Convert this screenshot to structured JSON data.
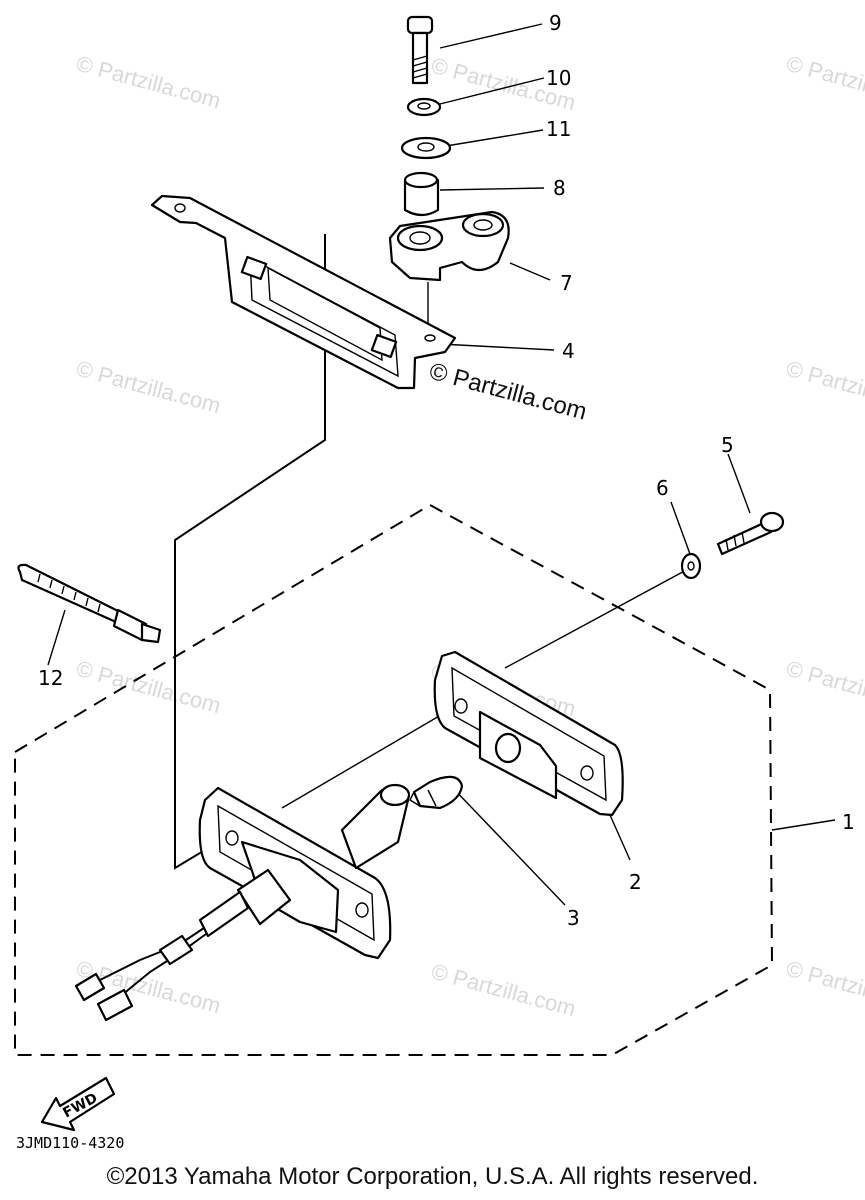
{
  "callouts": {
    "c1": "1",
    "c2": "2",
    "c3": "3",
    "c4": "4",
    "c5": "5",
    "c6": "6",
    "c7": "7",
    "c8": "8",
    "c9": "9",
    "c10": "10",
    "c11": "11",
    "c12": "12"
  },
  "watermark": {
    "small": "© Partzilla.com",
    "main": "© Partzilla.com"
  },
  "fwd_label": "FWD",
  "diagram_code": "3JMD110-4320",
  "copyright": "©2013 Yamaha Motor Corporation, U.S.A. All rights reserved."
}
